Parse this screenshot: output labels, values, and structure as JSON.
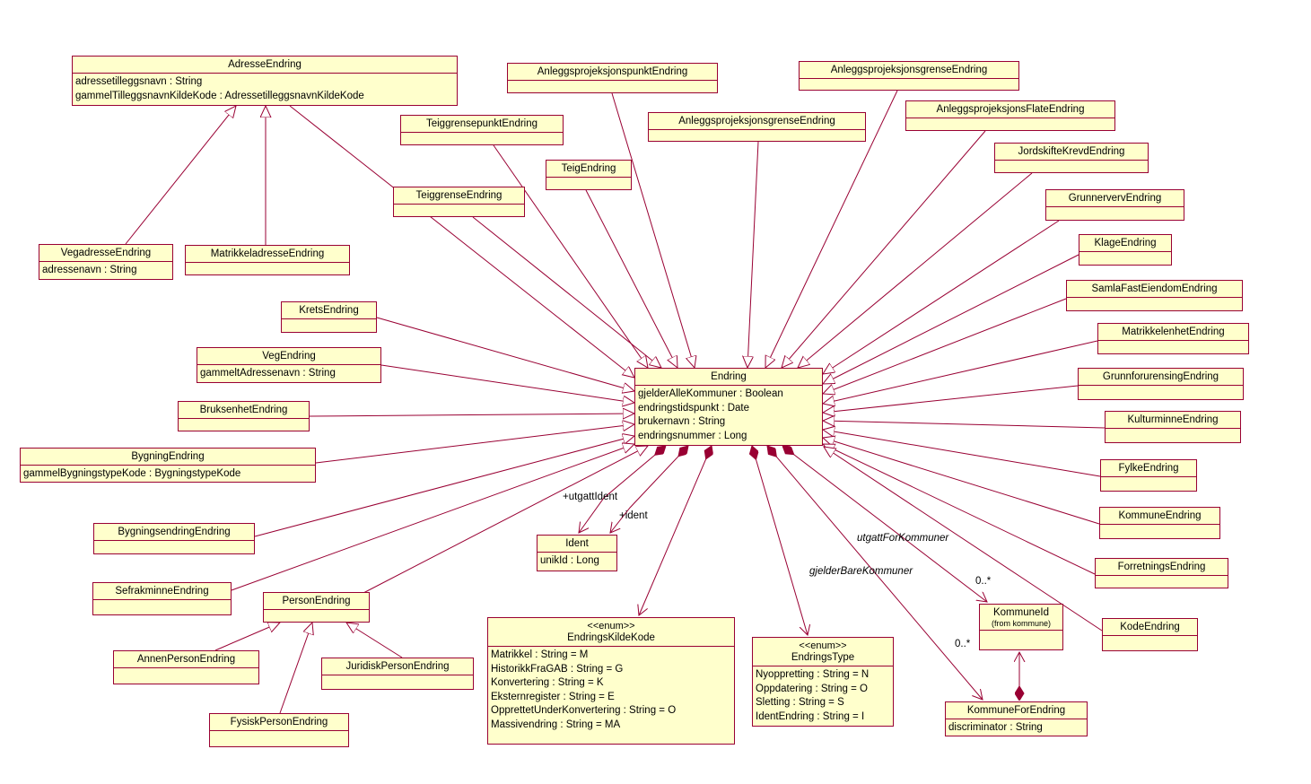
{
  "diagram": {
    "title": "Endring UML class diagram",
    "colors": {
      "box_fill": "#FFFFCC",
      "line": "#990033",
      "text": "#000000",
      "background": "#FFFFFF"
    },
    "classes": [
      {
        "id": "adresse",
        "name": "AdresseEndring",
        "attributes": [
          "adressetilleggsnavn : String",
          "gammelTilleggsnavnKildeKode : AdressetilleggsnavnKildeKode"
        ]
      },
      {
        "id": "anleggspunkt",
        "name": "AnleggsprojeksjonspunktEndring",
        "attributes": []
      },
      {
        "id": "anleggsgrense1",
        "name": "AnleggsprojeksjonsgrenseEndring",
        "attributes": []
      },
      {
        "id": "teiggrensepunkt",
        "name": "TeiggrensepunktEndring",
        "attributes": []
      },
      {
        "id": "anleggsgrense2",
        "name": "AnleggsprojeksjonsgrenseEndring",
        "attributes": []
      },
      {
        "id": "anleggsflate",
        "name": "AnleggsprojeksjonsFlateEndring",
        "attributes": []
      },
      {
        "id": "teig",
        "name": "TeigEndring",
        "attributes": []
      },
      {
        "id": "jordskifte",
        "name": "JordskifteKrevdEndring",
        "attributes": []
      },
      {
        "id": "teiggrense",
        "name": "TeiggrenseEndring",
        "attributes": []
      },
      {
        "id": "grunnerverv",
        "name": "GrunnervervEndring",
        "attributes": []
      },
      {
        "id": "klage",
        "name": "KlageEndring",
        "attributes": []
      },
      {
        "id": "vegadresse",
        "name": "VegadresseEndring",
        "attributes": [
          "adressenavn : String"
        ]
      },
      {
        "id": "matrikkeladresse",
        "name": "MatrikkeladresseEndring",
        "attributes": []
      },
      {
        "id": "samlafast",
        "name": "SamlaFastEiendomEndring",
        "attributes": []
      },
      {
        "id": "krets",
        "name": "KretsEndring",
        "attributes": []
      },
      {
        "id": "matrikkelenhet",
        "name": "MatrikkelenhetEndring",
        "attributes": []
      },
      {
        "id": "veg",
        "name": "VegEndring",
        "attributes": [
          "gammeltAdressenavn : String"
        ]
      },
      {
        "id": "grunnforurensing",
        "name": "GrunnforurensingEndring",
        "attributes": []
      },
      {
        "id": "bruksenhet",
        "name": "BruksenhetEndring",
        "attributes": []
      },
      {
        "id": "kulturminne",
        "name": "KulturminneEndring",
        "attributes": []
      },
      {
        "id": "endring",
        "name": "Endring",
        "attributes": [
          "gjelderAlleKommuner : Boolean",
          "endringstidspunkt : Date",
          "brukernavn : String",
          "endringsnummer : Long"
        ]
      },
      {
        "id": "bygning",
        "name": "BygningEndring",
        "attributes": [
          "gammelBygningstypeKode : BygningstypeKode"
        ]
      },
      {
        "id": "fylke",
        "name": "FylkeEndring",
        "attributes": []
      },
      {
        "id": "kommune",
        "name": "KommuneEndring",
        "attributes": []
      },
      {
        "id": "bygningsendring",
        "name": "BygningsendringEndring",
        "attributes": []
      },
      {
        "id": "forretnings",
        "name": "ForretningsEndring",
        "attributes": []
      },
      {
        "id": "ident",
        "name": "Ident",
        "attributes": [
          "unikId : Long"
        ]
      },
      {
        "id": "sefrakminne",
        "name": "SefrakminneEndring",
        "attributes": []
      },
      {
        "id": "person",
        "name": "PersonEndring",
        "attributes": []
      },
      {
        "id": "kode",
        "name": "KodeEndring",
        "attributes": []
      },
      {
        "id": "kommuneid",
        "name": "KommuneId",
        "sub": "(from kommune)",
        "attributes": []
      },
      {
        "id": "endringskilde",
        "stereotype": "<<enum>>",
        "name": "EndringsKildeKode",
        "attributes": [
          "Matrikkel : String = M",
          "HistorikkFraGAB : String = G",
          "Konvertering : String = K",
          "Eksternregister : String = E",
          "OpprettetUnderKonvertering : String = O",
          "Massivendring : String = MA"
        ]
      },
      {
        "id": "annenperson",
        "name": "AnnenPersonEndring",
        "attributes": []
      },
      {
        "id": "juridiskperson",
        "name": "JuridiskPersonEndring",
        "attributes": []
      },
      {
        "id": "endringstype",
        "stereotype": "<<enum>>",
        "name": "EndringsType",
        "attributes": [
          "Nyoppretting : String = N",
          "Oppdatering : String = O",
          "Sletting : String = S",
          "IdentEndring : String = I"
        ]
      },
      {
        "id": "kommuneforendring",
        "name": "KommuneForEndring",
        "attributes": [
          "discriminator : String"
        ]
      },
      {
        "id": "fysiskperson",
        "name": "FysiskPersonEndring",
        "attributes": []
      }
    ],
    "labels": [
      {
        "id": "role-utgattident",
        "text": "+utgattIdent",
        "italic": false
      },
      {
        "id": "role-ident",
        "text": "+ident",
        "italic": false
      },
      {
        "id": "assoc-utgattforkommuner",
        "text": "utgattForKommuner",
        "italic": true
      },
      {
        "id": "assoc-gjelderbarekommuner",
        "text": "gjelderBareKommuner",
        "italic": true
      },
      {
        "id": "mult-utgattforkommuner",
        "text": "0..*",
        "italic": false
      },
      {
        "id": "mult-gjelderbarekommuner",
        "text": "0..*",
        "italic": false
      }
    ]
  }
}
